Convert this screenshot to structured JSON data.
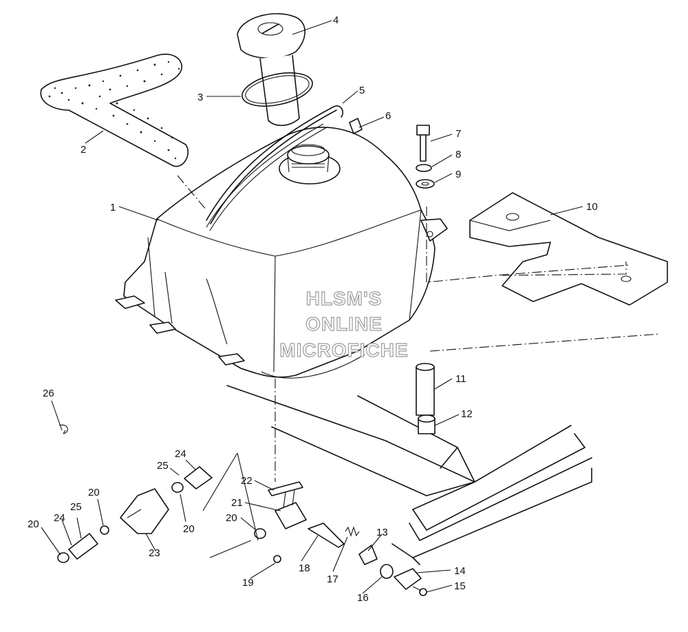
{
  "watermark": {
    "line1": "HLSM'S",
    "line2": "ONLINE",
    "line3": "MICROFICHE"
  },
  "callouts": [
    {
      "id": "c1",
      "label": "1"
    },
    {
      "id": "c2",
      "label": "2"
    },
    {
      "id": "c3",
      "label": "3"
    },
    {
      "id": "c4",
      "label": "4"
    },
    {
      "id": "c5",
      "label": "5"
    },
    {
      "id": "c6",
      "label": "6"
    },
    {
      "id": "c7",
      "label": "7"
    },
    {
      "id": "c8",
      "label": "8"
    },
    {
      "id": "c9",
      "label": "9"
    },
    {
      "id": "c10",
      "label": "10"
    },
    {
      "id": "c11",
      "label": "11"
    },
    {
      "id": "c12",
      "label": "12"
    },
    {
      "id": "c13",
      "label": "13"
    },
    {
      "id": "c14",
      "label": "14"
    },
    {
      "id": "c15",
      "label": "15"
    },
    {
      "id": "c16",
      "label": "16"
    },
    {
      "id": "c17",
      "label": "17"
    },
    {
      "id": "c18",
      "label": "18"
    },
    {
      "id": "c19",
      "label": "19"
    },
    {
      "id": "c20a",
      "label": "20"
    },
    {
      "id": "c20b",
      "label": "20"
    },
    {
      "id": "c20c",
      "label": "20"
    },
    {
      "id": "c20d",
      "label": "20"
    },
    {
      "id": "c21",
      "label": "21"
    },
    {
      "id": "c22",
      "label": "22"
    },
    {
      "id": "c23",
      "label": "23"
    },
    {
      "id": "c24a",
      "label": "24"
    },
    {
      "id": "c24b",
      "label": "24"
    },
    {
      "id": "c25a",
      "label": "25"
    },
    {
      "id": "c25b",
      "label": "25"
    },
    {
      "id": "c26",
      "label": "26"
    }
  ]
}
